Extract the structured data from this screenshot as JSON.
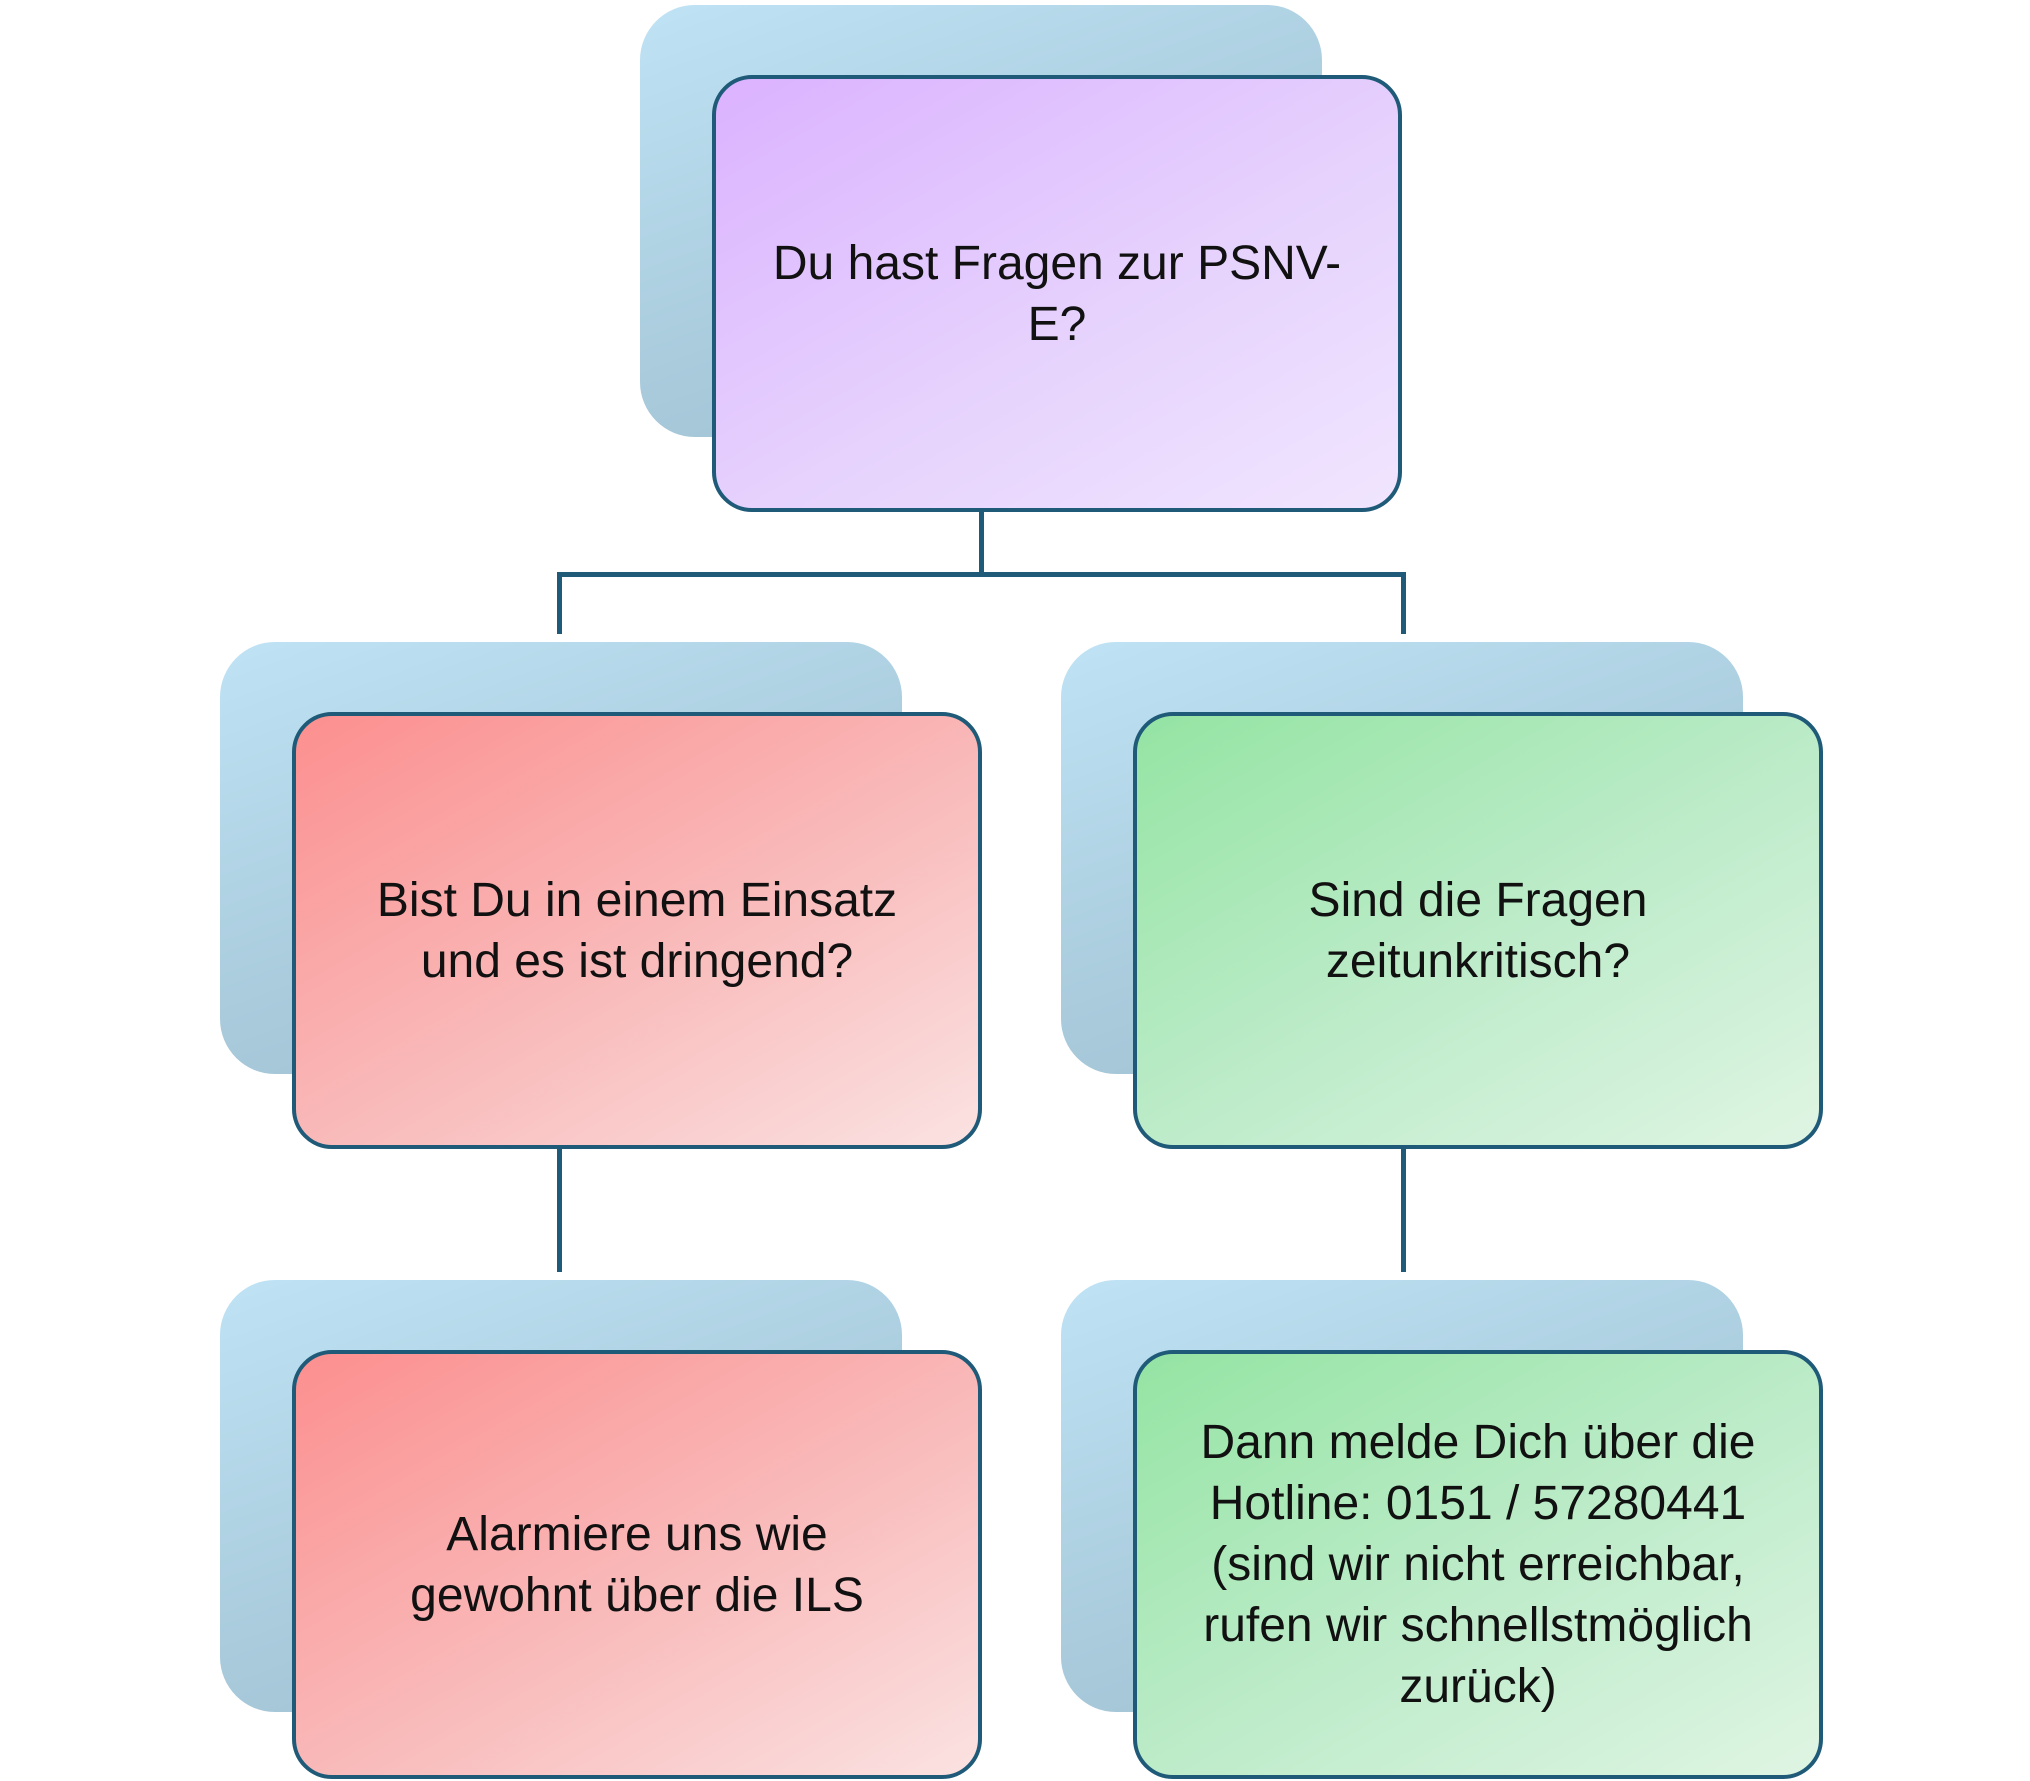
{
  "diagram": {
    "root": {
      "text": "Du hast Fragen zur PSNV-\nE?"
    },
    "left_branch": {
      "question": "Bist Du in einem Einsatz\nund es ist dringend?",
      "answer": "Alarmiere uns wie\ngewohnt über die ILS"
    },
    "right_branch": {
      "question": "Sind die Fragen\nzeitunkritisch?",
      "answer": "Dann melde Dich über die\nHotline: 0151 / 57280441\n(sind wir nicht erreichbar,\nrufen wir schnellstmöglich\nzurück)"
    },
    "colors": {
      "connector": "#1f5a78",
      "root_fill": "#dbb2ff",
      "left_fill": "#fc8f8f",
      "right_fill": "#94e4a3",
      "shadow_fill": "#a9cbdc"
    }
  }
}
